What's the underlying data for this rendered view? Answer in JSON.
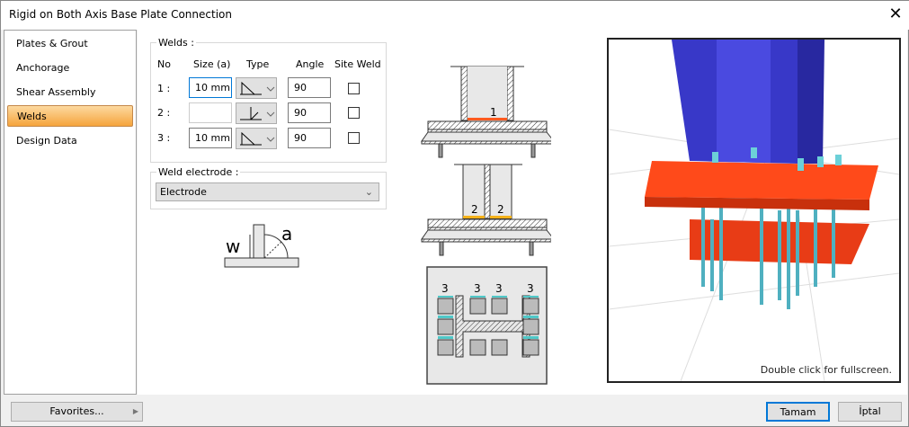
{
  "window": {
    "title": "Rigid on Both Axis Base Plate Connection",
    "close_icon": "close-icon"
  },
  "sidebar": {
    "items": [
      {
        "label": "Plates & Grout"
      },
      {
        "label": "Anchorage"
      },
      {
        "label": "Shear Assembly"
      },
      {
        "label": "Welds",
        "selected": true
      },
      {
        "label": "Design Data"
      }
    ]
  },
  "welds": {
    "legend": "Welds :",
    "headers": {
      "no": "No",
      "size": "Size (a)",
      "type": "Type",
      "angle": "Angle",
      "site_weld": "Site Weld"
    },
    "rows": [
      {
        "no": "1 :",
        "size": "10 mm",
        "type": "fillet",
        "angle": "90",
        "site_weld": false
      },
      {
        "no": "2 :",
        "size": "",
        "type": "bevel",
        "angle": "90",
        "site_weld": false
      },
      {
        "no": "3 :",
        "size": "10 mm",
        "type": "fillet",
        "angle": "90",
        "site_weld": false
      }
    ]
  },
  "electrode": {
    "legend": "Weld electrode :",
    "value": "Electrode"
  },
  "diagram": {
    "w": "w",
    "a": "a",
    "weld1": "1",
    "weld2": "2",
    "weld3": "3"
  },
  "view3d": {
    "hint": "Double click for fullscreen."
  },
  "footer": {
    "favorites": "Favorites...",
    "ok": "Tamam",
    "cancel": "İptal"
  },
  "colors": {
    "selected_nav": "#f5a43c",
    "weld1": "#ff5a1f",
    "weld2": "#f6b21a",
    "weld3": "#4fc8c8",
    "column": "#3838c8",
    "plate": "#ff4a1a"
  }
}
